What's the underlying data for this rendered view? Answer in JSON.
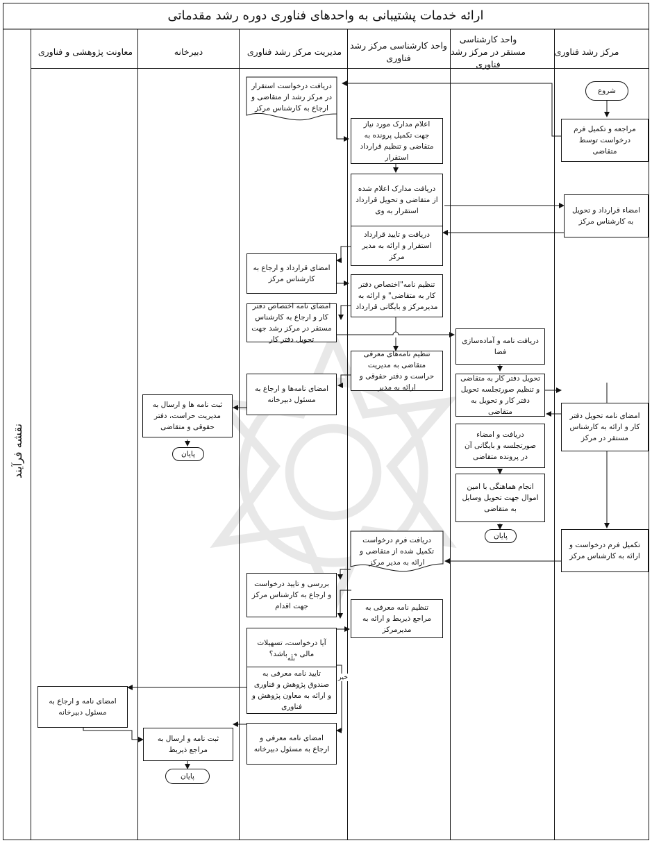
{
  "title": "ارائه خدمات پشتیبانی به واحدهای فناوری دوره رشد مقدماتی",
  "side_label": "نقشه فرآیند",
  "lanes": [
    {
      "key": "markaz",
      "label": "مرکز رشد  فناوری"
    },
    {
      "key": "mostaghar",
      "label": "واحد کارشناسی مستقر در مرکز رشد فناوری"
    },
    {
      "key": "karshenasi",
      "label": "واحد کارشناسی مرکز رشد فناوری"
    },
    {
      "key": "modiriat",
      "label": "مدیریت مرکز رشد فناوری"
    },
    {
      "key": "dabirkhaneh",
      "label": "دبیرخانه"
    },
    {
      "key": "moavenat",
      "label": "معاونت پژوهشی و فناوری"
    }
  ],
  "nodes": {
    "start": "شروع",
    "c1": "مراجعه و تکمیل فرم درخواست توسط متقاضی",
    "m1": "دریافت درخواست استقرار در مرکز رشد از متقاضی و ارجاع به کارشناس مرکز",
    "k1": "اعلام مدارک مورد نیاز جهت تکمیل پرونده به متقاضی و تنظیم قرارداد استقرار",
    "k2": "دریافت مدارک اعلام شده از متقاضی و تحویل قرارداد استقرار به وی",
    "c2": "امضاء قرارداد و تحویل به کارشناس مرکز",
    "k3": "دریافت و تایید قرارداد استقرار و ارائه به مدیر مرکز",
    "m2": "امضای قرارداد و ارجاع به کارشناس مرکز",
    "k4": "تنظیم نامه\"اختصاص دفتر کار به متقاضی\" و ارائه به مدیرمرکز و بایگانی قرارداد",
    "m3": "امضای نامه اختصاص دفتر کار و ارجاع به کارشناس مستقر در مرکز رشد جهت تحویل دفتر کار",
    "s1": "دریافت نامه و آماده‌سازی فضا",
    "k5": "تنظیم نامه‌های معرفی متقاضی به مدیریت حراست و دفتر حقوقی و ارائه به مدیر",
    "m4": "امضای نامه‌ها و ارجاع به مسئول دبیرخانه",
    "s2": "تحویل دفتر کار به متقاضی و تنظیم صورتجلسه تحویل دفتر کار و تحویل به متقاضی",
    "c3": "امضای نامه تحویل دفتر کار و ارائه به کارشناس مستقر در مرکز",
    "d1": "ثبت نامه ها و ارسال به مدیریت حراست، دفتر حقوقی و متقاضی",
    "end1": "پایان",
    "s3": "دریافت و امضاء صورتجلسه و بایگانی آن در پرونده متقاضی",
    "s4": "انجام هماهنگی با امین اموال جهت تحویل وسایل به متقاضی",
    "end2": "پایان",
    "c4": "تکمیل فرم درخواست و ارائه به کارشناس مرکز",
    "k6": "دریافت فرم درخواست تکمیل شده از متقاضی و ارائه به مدیر مرکز",
    "m5": "بررسی و تایید درخواست و ارجاع به کارشناس مرکز جهت اقدام",
    "k7": "تنظیم نامه معرفی به مراجع ذیربط و ارائه به مدیرمرکز",
    "m6": "آیا درخواست، تسهیلات مالی می‌باشد؟",
    "yes": "بله",
    "no": "خیر",
    "m7": "تایید نامه معرفی به صندوق پژوهش و فناوری و ارائه به معاون پژوهش و فناوری",
    "v1": "امضای نامه و ارجاع به مسئول دبیرخانه",
    "m8": "امضای نامه معرفی و ارجاع به مسئول دبیرخانه",
    "d2": "ثبت نامه و ارسال به مراجع ذیربط",
    "end3": "پایان"
  }
}
